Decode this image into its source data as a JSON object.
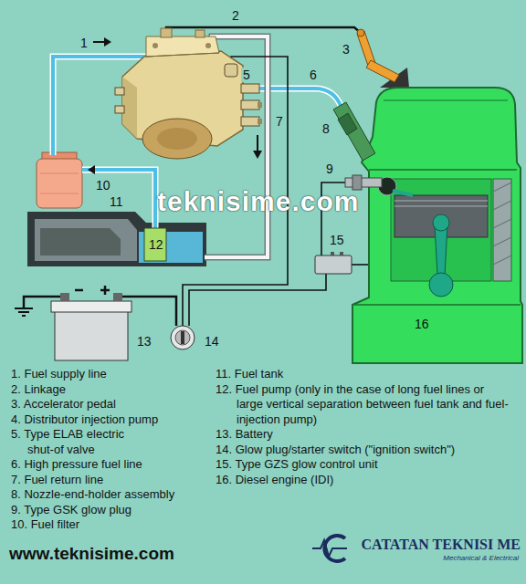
{
  "diagram": {
    "labels": [
      "1",
      "2",
      "3",
      "5",
      "6",
      "7",
      "8",
      "9",
      "10",
      "11",
      "12",
      "13",
      "14",
      "15",
      "16",
      "1. Fuel supply line",
      "2. Linkage",
      "3. Accelerator pedal",
      "4. Distributor injection pump",
      "5. Type ELAB electric shut-of valve",
      "6. High pressure fuel line",
      "7. Fuel return line",
      "8. Nozzle-end-holder assembly",
      "9. Type GSK glow plug",
      "10. Fuel filter",
      "11. Fuel tank",
      "12. Fuel pump (only in the case of long fuel lines or large vertical separation between fuel tank and fuel-injection pump)",
      "13. Battery",
      "14. Glow plug/starter switch (\"ignition switch\")",
      "15. Type GZS glow control unit",
      "16. Diesel engine (IDI)",
      "teknisime.com",
      "www.teknisime.com",
      "CATATAN TEKNISI ME",
      "Mechanical & Electrical"
    ]
  }
}
